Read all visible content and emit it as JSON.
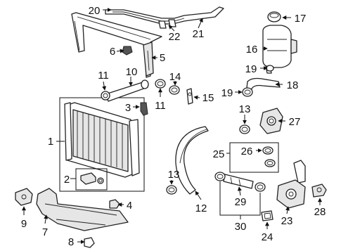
{
  "callouts": {
    "c1": "1",
    "c2": "2",
    "c3": "3",
    "c4": "4",
    "c5": "5",
    "c6": "6",
    "c7": "7",
    "c8": "8",
    "c9": "9",
    "c10": "10",
    "c11a": "11",
    "c11b": "11",
    "c12": "12",
    "c13a": "13",
    "c13b": "13",
    "c14": "14",
    "c15": "15",
    "c16": "16",
    "c17": "17",
    "c18": "18",
    "c19a": "19",
    "c19b": "19",
    "c20": "20",
    "c21": "21",
    "c22": "22",
    "c23": "23",
    "c24": "24",
    "c25": "25",
    "c26": "26",
    "c27": "27",
    "c28": "28",
    "c29": "29",
    "c30": "30"
  }
}
